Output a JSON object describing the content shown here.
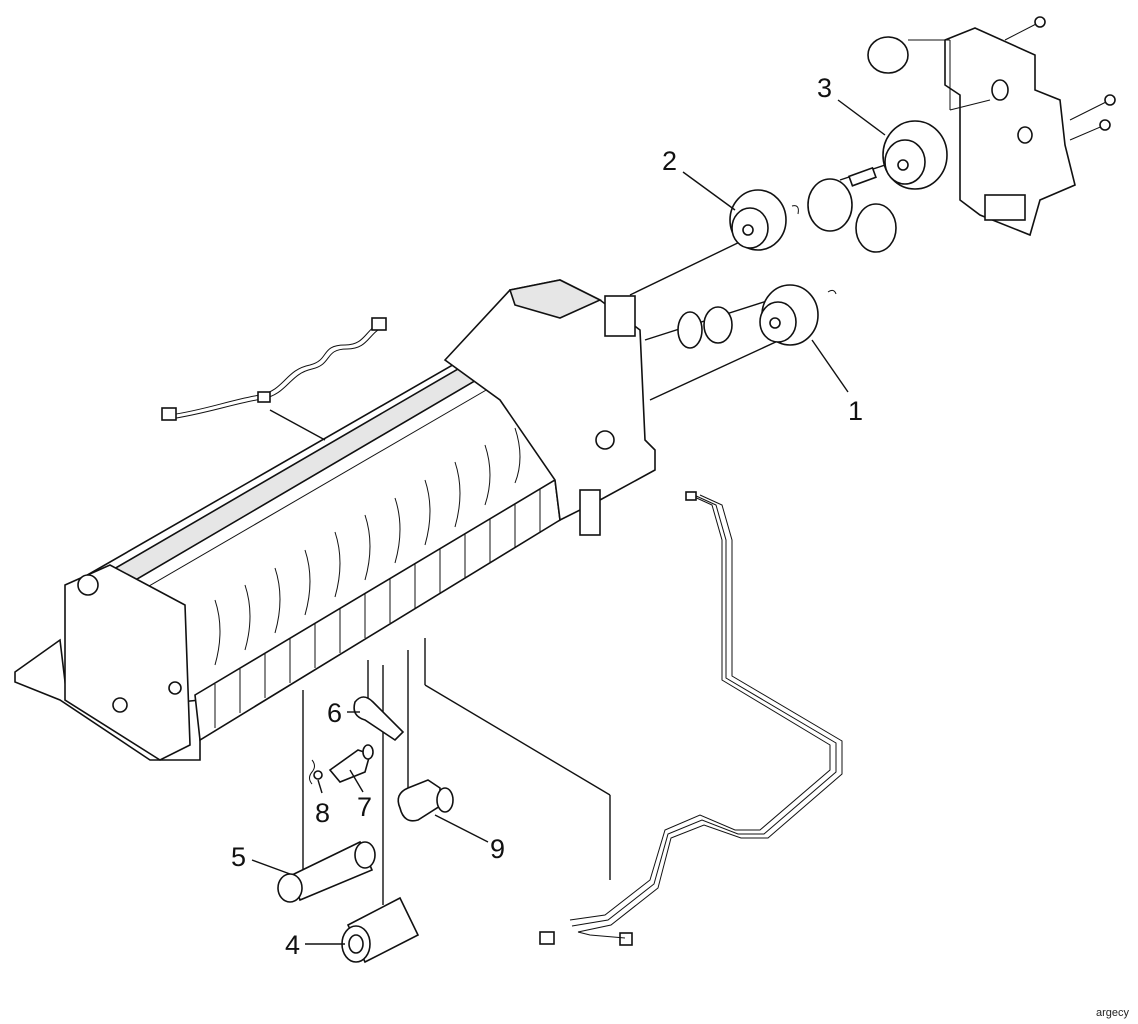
{
  "callouts": [
    {
      "id": "1",
      "label": "1"
    },
    {
      "id": "2",
      "label": "2"
    },
    {
      "id": "3",
      "label": "3"
    },
    {
      "id": "4",
      "label": "4"
    },
    {
      "id": "5",
      "label": "5"
    },
    {
      "id": "6",
      "label": "6"
    },
    {
      "id": "7",
      "label": "7"
    },
    {
      "id": "8",
      "label": "8"
    },
    {
      "id": "9",
      "label": "9"
    }
  ],
  "watermark": "argecy"
}
